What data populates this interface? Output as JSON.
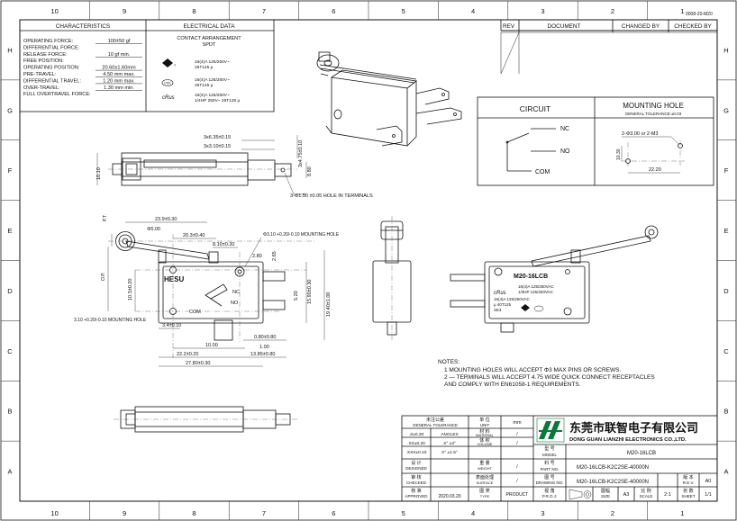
{
  "drawing_no_top": "0008-20-M20",
  "frame": {
    "columns": [
      "10",
      "9",
      "8",
      "7",
      "6",
      "5",
      "4",
      "3",
      "2",
      "1"
    ],
    "rows": [
      "H",
      "G",
      "F",
      "E",
      "D",
      "C",
      "B",
      "A"
    ]
  },
  "characteristics": {
    "header": "CHARACTERISTICS",
    "rows": [
      {
        "label": "OPERATING FORCE:",
        "value": "100±50 gf"
      },
      {
        "label": "DIFFERENTIAL FORCE:",
        "value": ""
      },
      {
        "label": "RELEASE FORCE:",
        "value": "10 gf min."
      },
      {
        "label": "FREE POSITION:",
        "value": ""
      },
      {
        "label": "OPERATING POSITION:",
        "value": "20.60±1.60mm"
      },
      {
        "label": "PRE-TRAVEL:",
        "value": "4.50 mm max."
      },
      {
        "label": "DIFFERENTIAL TRAVEL:",
        "value": "1.20 mm max."
      },
      {
        "label": "OVER-TRAVEL:",
        "value": "1.30 mm min."
      },
      {
        "label": "FULL OVERTRAVEL FORCE:",
        "value": ""
      }
    ]
  },
  "electrical": {
    "header": "ELECTRICAL DATA",
    "arrangement_1": "CONTACT ARRANGEMENT",
    "arrangement_2": "SPDT",
    "ratings": [
      {
        "line1": "16(4)A 125/250V~",
        "line2": "25T125 μ"
      },
      {
        "line1": "16(4)A 125/250V~",
        "line2": "25T125 μ"
      },
      {
        "line1": "16(4)A 125/250V~",
        "line2": "1/4HP 250V~ 25T125 μ"
      }
    ]
  },
  "revision": {
    "rev": "REV",
    "document": "DOCUMENT",
    "changed_by": "CHANGED BY",
    "checked_by": "CHECKED BY"
  },
  "circuit": {
    "title": "CIRCUIT",
    "nc": "NC",
    "no": "NO",
    "com": "COM"
  },
  "mounting": {
    "title": "MOUNTING HOLE",
    "tolerance": "GENERAL TOLERANCE:±0.03",
    "holes": "2-Φ3.00 or 2-M3",
    "dim_v": "10.30",
    "dim_h": "22.20"
  },
  "side_view": {
    "hole_note": "3-Φ1.50 ±0.05 HOLE IN TERMINALS",
    "dims": [
      "3x6.35±0.15",
      "3x3.10±0.15",
      "3x4.75±0.10",
      "8.80",
      "10.10"
    ]
  },
  "front_view": {
    "brand": "HESU",
    "nc": "NC",
    "no": "NO",
    "com": "COM",
    "pt": "P.T.",
    "op": "O.P.",
    "mount_hole_top": "Φ3.10 +0.20/-0.10 MOUNTING HOLE",
    "mount_hole_left": "3.10 +0.20/-0.10 MOUNTING HOLE",
    "dims": [
      "23.9±0.30",
      "Φ5.00",
      "20.3±0.40",
      "8.10±0.30",
      "2.80",
      "2.65",
      "10.3±0.20",
      "5.20",
      "15.90±0.30",
      "19.40±1.00",
      "3.4±0.10",
      "10.00",
      "0.80±0.80",
      "1.00",
      "22.2±0.20",
      "13.85±0.80",
      "27.80±0.30"
    ]
  },
  "right_view": {
    "model": "M20-16LCB",
    "l1": "16(4)A 125/250VAC",
    "l2": "1/3HP 125/250VAC",
    "l3": "16(4)A 125/250VAC",
    "l4": "μ 40T125",
    "l5": "SE4"
  },
  "notes": {
    "title": "NOTES:",
    "items": [
      "1   MOUNTING HOLES WILL ACCEPT Φ3 MAX PINS OR SCREWS.",
      "2 — TERMINALS WILL ACCEPT 4.75 WIDE QUICK CONNECT RECEPTACLES",
      "      AND COMPLY WITH EN61058-1 REQUIREMENTS."
    ]
  },
  "title_block": {
    "tol_title": "未注公差",
    "tol_sub": "GENERAL TOLERANCE",
    "unit_cn": "单 位",
    "unit_en": "UNIT",
    "unit_val": "mm",
    "company_cn": "东莞市联智电子有限公司",
    "company_en": "DONG GUAN LIANZHI ELECTRONICS CO.,LTD.",
    "tol_rows": [
      {
        "a": ".X±0.30",
        "b": "ANGLES"
      },
      {
        "a": ".XX±0.20",
        "b": "X° ±3°"
      },
      {
        "a": ".XXX±0.10",
        "b": "X° ±1.5°"
      }
    ],
    "material_cn": "材 料",
    "material_en": "MATERIAL",
    "material_val": "/",
    "volume_cn": "体 积",
    "volume_en": "VOLUME",
    "volume_val": "/",
    "weight_cn": "重 量",
    "weight_en": "WEIGHT",
    "weight_val": "/",
    "surface_cn": "表面处理",
    "surface_en": "SURFACE",
    "surface_val": "/",
    "type_cn": "图 类",
    "type_en": "TYPE",
    "type_val": "PRODUCT",
    "designed_cn": "设 计",
    "designed_en": "DESIGNED",
    "checked_cn": "审 核",
    "checked_en": "CHECKED",
    "approved_cn": "核 准",
    "approved_en": "APPROVED",
    "date": "2020.03.20",
    "model_cn": "型 号",
    "model_en": "MODEL",
    "model_val": "M20-16LCB",
    "part_cn": "料 号",
    "part_en": "PART NO.",
    "part_val": "M20-16LCB-K2C2SE-40000N",
    "drawing_cn": "图 号",
    "drawing_en": "DRAWING NO.",
    "drawing_val": "M20-16LCB-K2C2SE-40000N",
    "proj_cn": "视 角",
    "proj_en": "P.R.O.J.",
    "size_cn": "图幅",
    "size_en": "SIZE",
    "size_val": "A3",
    "scale_cn": "比 例",
    "scale_en": "SCALE",
    "scale_val": "2:1",
    "rev_cn": "版 本",
    "rev_en": "R.E.V.",
    "rev_val": "A0",
    "sheet_cn": "张 数",
    "sheet_en": "SHEET",
    "sheet_val": "1/1"
  }
}
